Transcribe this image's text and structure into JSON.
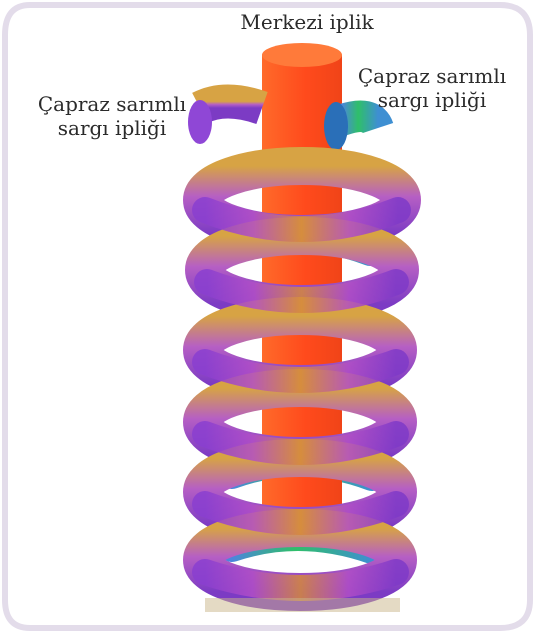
{
  "labels": {
    "center": "Merkezi iplik",
    "left": [
      "Çapraz sarımlı",
      "sargı ipliği"
    ],
    "right": [
      "Çapraz sarımlı",
      "sargı ipliği"
    ]
  },
  "colors": {
    "frame_border": "#e3dcea",
    "core": "#ff4a1c",
    "coil_outer_purple": "#a248d6",
    "coil_outer_orange": "#e0922a",
    "coil_inner_green": "#2fc06a",
    "coil_inner_blue": "#4a8ad8"
  }
}
